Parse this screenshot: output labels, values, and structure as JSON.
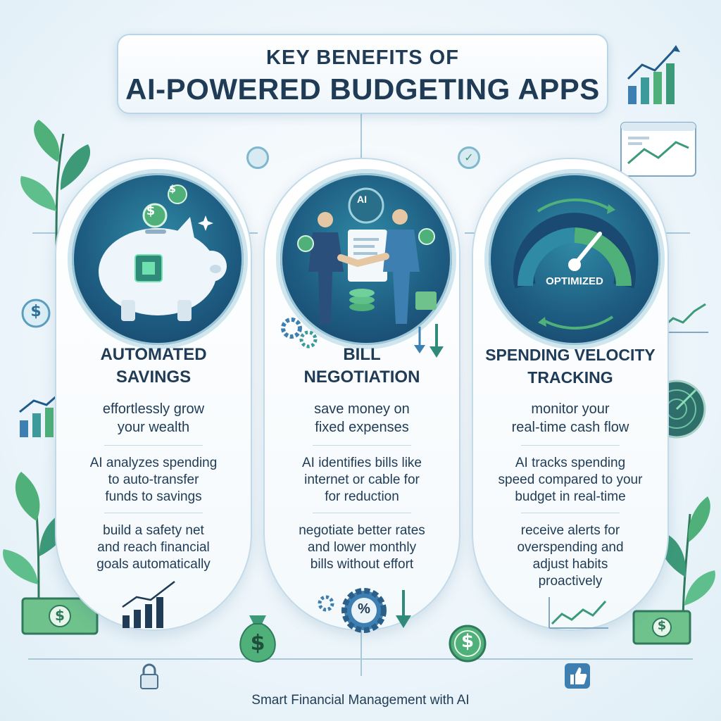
{
  "header": {
    "line1": "KEY BENEFITS OF",
    "line2": "AI-POWERED BUDGETING APPS"
  },
  "cards": [
    {
      "title_line1": "AUTOMATED",
      "title_line2": "SAVINGS",
      "tagline": [
        "effortlessly grow",
        "your wealth"
      ],
      "point1": [
        "AI analyzes spending",
        "to auto-transfer",
        "funds to savings"
      ],
      "point2": [
        "build a safety net",
        "and reach financial",
        "goals automatically"
      ]
    },
    {
      "title_line1": "BILL",
      "title_line2": "NEGOTIATION",
      "badge": "AI",
      "tagline": [
        "save money on",
        "fixed expenses"
      ],
      "point1": [
        "AI identifies bills like",
        "internet or cable for",
        "for reduction"
      ],
      "point2": [
        "negotiate better rates",
        "and lower monthly",
        "bills without effort"
      ]
    },
    {
      "title_line1": "SPENDING VELOCITY",
      "title_line2": "TRACKING",
      "gauge_label": "OPTIMIZED",
      "tagline": [
        "monitor your",
        "real-time cash flow"
      ],
      "point1": [
        "AI tracks spending",
        "speed compared to your",
        "budget in real-time"
      ],
      "point2": [
        "receive alerts for",
        "overspending and",
        "adjust habits",
        "proactively"
      ]
    }
  ],
  "symbols": {
    "dollar": "$",
    "percent": "%"
  },
  "footer": "Smart Financial Management with AI",
  "colors": {
    "navy": "#1f3b55",
    "teal": "#2f8aa6",
    "green": "#4fb07a",
    "deep_blue": "#173f66"
  }
}
